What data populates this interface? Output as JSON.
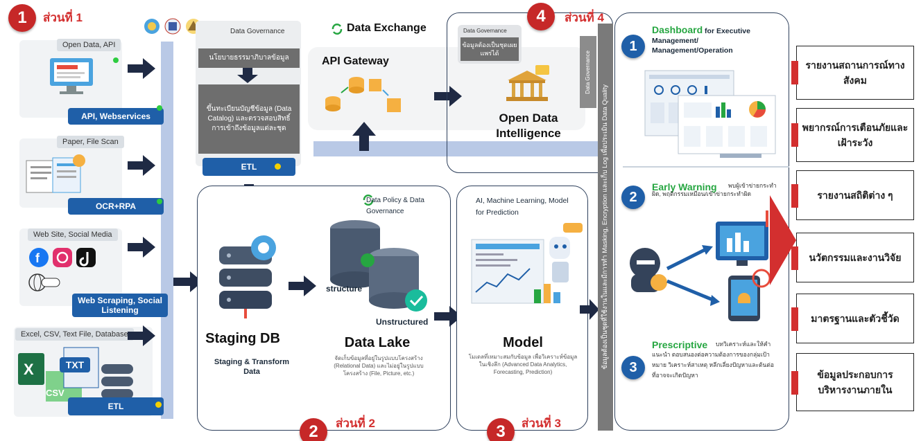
{
  "sections": {
    "s1": {
      "num": "1",
      "label": "ส่วนที่ 1"
    },
    "s2": {
      "num": "2",
      "label": "ส่วนที่ 2"
    },
    "s3": {
      "num": "3",
      "label": "ส่วนที่ 3"
    },
    "s4": {
      "num": "4",
      "label": "ส่วนที่ 4"
    }
  },
  "sources": {
    "open_data": {
      "tag": "Open Data, API",
      "button": "API, Webservices"
    },
    "paper": {
      "tag": "Paper, File Scan",
      "button": "OCR+RPA"
    },
    "web": {
      "tag": "Web Site, Social Media",
      "button": "Web Scraping, Social Listening"
    },
    "excel": {
      "tag": "Excel, CSV, Text File, Database",
      "button": "ETL",
      "txt": "TXT",
      "csv": "CSV"
    }
  },
  "governance": {
    "header": "Data Governance",
    "policy": "นโยบายธรรมาภิบาลข้อมูล",
    "catalog": "ขึ้นทะเบียนบัญชีข้อมูล (Data Catalog) และตรวจสอบสิทธิ์การเข้าถึงข้อมูลแต่ละชุด",
    "etl": "ETL"
  },
  "exchange": {
    "title": "Data Exchange",
    "gateway": "API Gateway"
  },
  "open_data_box": {
    "header": "Data Governance",
    "note": "ข้อมูลต้องเป็นชุดเผยแพร่ได้",
    "title_line1": "Open Data",
    "title_line2": "Intelligence"
  },
  "staging": {
    "title": "Staging DB",
    "subtitle": "Staging & Transform Data"
  },
  "lake": {
    "policy": "Data Policy & Data Governance",
    "structure": "structure",
    "unstructured": "Unstructured",
    "title": "Data Lake",
    "desc": "จัดเก็บข้อมูลที่อยู่ในรูปแบบโครงสร้าง (Relational Data) และไม่อยู่ในรูปแบบโครงสร้าง (File, Picture, etc.)"
  },
  "model": {
    "header": "AI, Machine Learning, Model for Prediction",
    "title": "Model",
    "desc": "โมเดลที่เหมาะสมกับข้อมูล เพื่อวิเคราะห์ข้อมูลในเชิงลึก (Advanced Data Analytics, Forecasting, Prediction)"
  },
  "quality_bar": "ข้อมูลต้องเป็นชุดที่ใช้งานในและมีการทำ Masking, Encryption และเก็บ Log เพื่อประเมิน Data Quality",
  "dg_vertical": "Data Governance",
  "outputs": {
    "dashboard": {
      "num": "1",
      "title": "Dashboard",
      "rest": " for Executive Management/ Management/Operation"
    },
    "warning": {
      "num": "2",
      "title": "Early Warning",
      "desc": "พบผู้เข้าข่ายกระทำผิด, พฤติกรรมเหมือน/เข้าข่ายกระทำผิด"
    },
    "prescriptive": {
      "num": "3",
      "title": "Prescriptive",
      "desc": "บทวิเคราะห์และให้คำแนะนำ ตอบสนองต่อความต้องการของกลุ่มเป้าหมาย วิเคราะห์สาเหตุ หลีกเลี่ยงปัญหาและต้นต่อที่อาจจะเกิดปัญหา"
    }
  },
  "results": [
    "รายงานสถานการณ์ทางสังคม",
    "พยากรณ์การเตือนภัยและเฝ้าระวัง",
    "รายงานสถิติต่าง ๆ",
    "นวัตกรรมและงานวิจัย",
    "มาตรฐานและตัวชี้วัด",
    "ข้อมูลประกอบการบริหารงานภายใน"
  ],
  "colors": {
    "accent_red": "#d32f2f",
    "brand_blue": "#1f5fa8",
    "dark_navy": "#1f2a44",
    "green": "#26a641"
  }
}
